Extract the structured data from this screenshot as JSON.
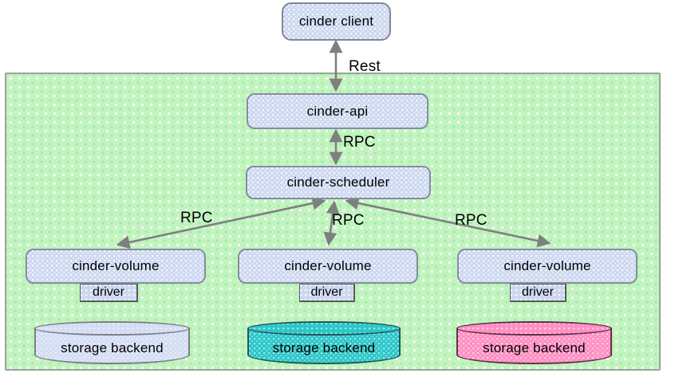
{
  "diagram": {
    "client": {
      "label": "cinder client"
    },
    "api": {
      "label": "cinder-api"
    },
    "scheduler": {
      "label": "cinder-scheduler"
    },
    "columns": [
      {
        "volume_label": "cinder-volume",
        "driver_label": "driver",
        "backend_label": "storage backend",
        "backend_fill": "#d3ddf3",
        "backend_border": "#7d7d88"
      },
      {
        "volume_label": "cinder-volume",
        "driver_label": "driver",
        "backend_label": "storage backend",
        "backend_fill": "#2cc7c9",
        "backend_border": "#23555c"
      },
      {
        "volume_label": "cinder-volume",
        "driver_label": "driver",
        "backend_label": "storage backend",
        "backend_fill": "#ff8fc2",
        "backend_border": "#5e3148"
      }
    ],
    "edge_labels": {
      "client_api": "Rest",
      "api_scheduler": "RPC",
      "scheduler_volume_left": "RPC",
      "scheduler_volume_mid": "RPC",
      "scheduler_volume_right": "RPC"
    },
    "colors": {
      "container_bg": "#c2f3c0",
      "node_fill": "#cdd8f0",
      "node_border": "#848da0",
      "arrow": "#7f7f7f",
      "text": "#000000"
    }
  }
}
